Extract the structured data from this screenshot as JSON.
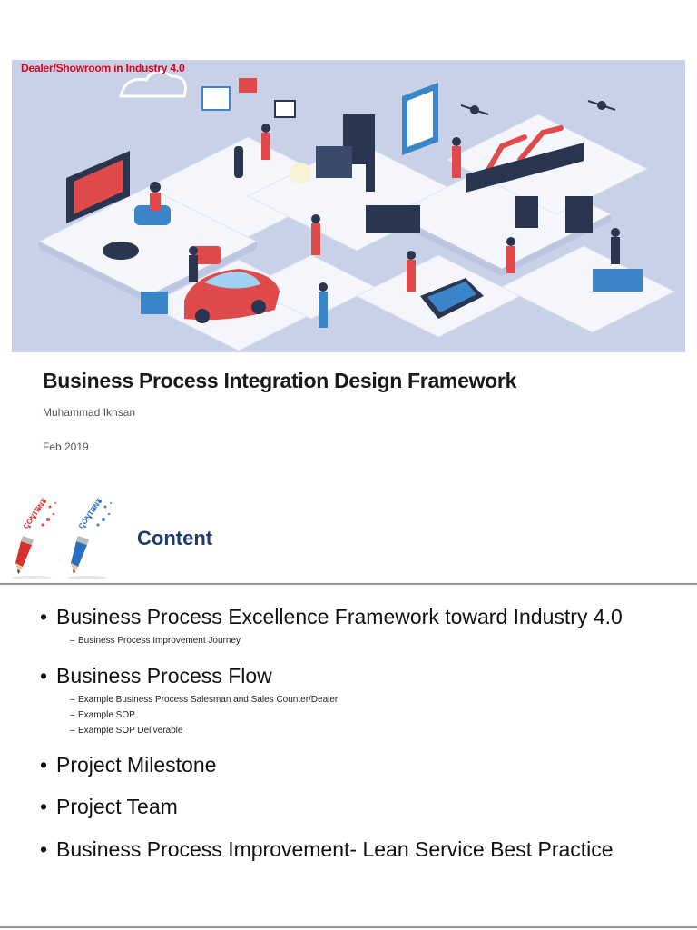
{
  "slide1": {
    "hero_caption": "Dealer/Showroom in Industry 4.0",
    "title": "Business Process Integration Design Framework",
    "author": "Muhammad Ikhsan",
    "date": "Feb 2019"
  },
  "slide2": {
    "heading": "Content",
    "pencil_left_text": "CONTENT",
    "pencil_right_text": "CONTENT",
    "items": [
      {
        "label": "Business Process Excellence Framework toward Industry 4.0",
        "sub": [
          "Business Process Improvement Journey"
        ]
      },
      {
        "label": "Business Process Flow",
        "sub": [
          "Example Business Process Salesman and Sales Counter/Dealer",
          "Example SOP",
          "Example SOP Deliverable"
        ]
      },
      {
        "label": "Project Milestone",
        "sub": []
      },
      {
        "label": "Project Team",
        "sub": []
      },
      {
        "label": "Business Process Improvement- Lean Service Best Practice",
        "sub": []
      }
    ]
  },
  "colors": {
    "hero_caption": "#e0001b",
    "heading": "#1f3b6e",
    "hero_bg": "#c9d1e8"
  }
}
